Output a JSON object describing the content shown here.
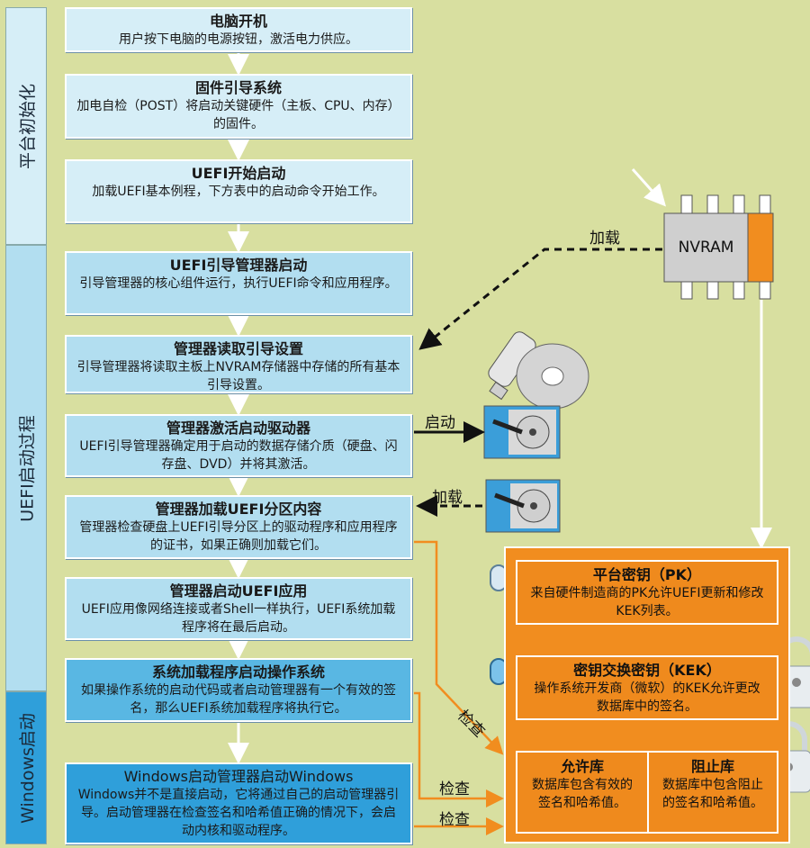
{
  "phases": {
    "platform_init": "平台初始化",
    "uefi_boot": "UEFI启动过程",
    "windows_boot": "Windows启动"
  },
  "steps": [
    {
      "title": "电脑开机",
      "desc": "用户按下电脑的电源按钮，激活电力供应。"
    },
    {
      "title": "固件引导系统",
      "desc": "加电自检（POST）将启动关键硬件（主板、CPU、内存）的固件。"
    },
    {
      "title": "UEFI开始启动",
      "desc": "加载UEFI基本例程，下方表中的启动命令开始工作。"
    },
    {
      "title": "UEFI引导管理器启动",
      "desc": "引导管理器的核心组件运行，执行UEFI命令和应用程序。"
    },
    {
      "title": "管理器读取引导设置",
      "desc": "引导管理器将读取主板上NVRAM存储器中存储的所有基本引导设置。"
    },
    {
      "title": "管理器激活启动驱动器",
      "desc": "UEFI引导管理器确定用于启动的数据存储介质（硬盘、闪存盘、DVD）并将其激活。"
    },
    {
      "title": "管理器加载UEFI分区内容",
      "desc": "管理器检查硬盘上UEFI引导分区上的驱动程序和应用程序的证书，如果正确则加载它们。"
    },
    {
      "title": "管理器启动UEFI应用",
      "desc": "UEFI应用像网络连接或者Shell一样执行，UEFI系统加载程序将在最后启动。"
    },
    {
      "title": "系统加载程序启动操作系统",
      "desc": "如果操作系统的启动代码或者启动管理器有一个有效的签名，那么UEFI系统加载程序将执行它。"
    },
    {
      "title": "Windows启动管理器启动Windows",
      "desc": "Windows并不是直接启动，它将通过自己的启动管理器引导。启动管理器在检查签名和哈希值正确的情况下，会启动内核和驱动程序。"
    }
  ],
  "nvram": {
    "label": "NVRAM"
  },
  "labels": {
    "load_nvram": "加载",
    "start_drive": "启动",
    "load_partition": "加载",
    "check1": "检查",
    "check2": "检查",
    "check3": "检查"
  },
  "keys": {
    "pk": {
      "title": "平台密钥（PK）",
      "desc": "来自硬件制造商的PK允许UEFI更新和修改KEK列表。"
    },
    "kek": {
      "title": "密钥交换密钥（KEK）",
      "desc": "操作系统开发商（微软）的KEK允许更改数据库中的签名。"
    },
    "db": {
      "title": "允许库",
      "desc": "数据库包含有效的签名和哈希值。"
    },
    "dbx": {
      "title": "阻止库",
      "desc": "数据库中包含阻止的签名和哈希值。"
    }
  },
  "colors": {
    "orange": "#f18d1f",
    "blue_dark": "#2f9fda",
    "blue_light": "#d6eef7",
    "background": "#d8dfa0"
  }
}
